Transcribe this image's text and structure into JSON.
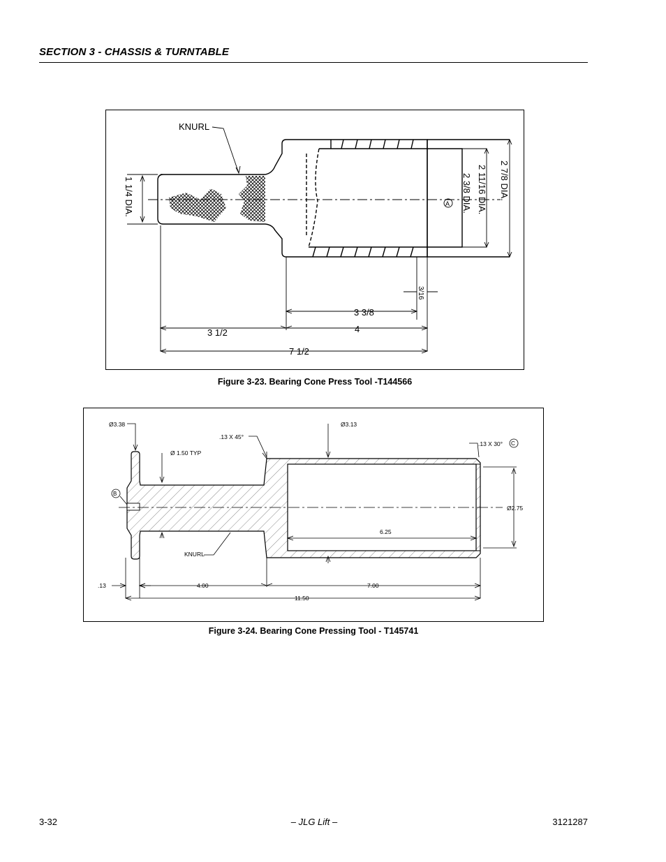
{
  "header": {
    "section_title": "SECTION 3 - CHASSIS & TURNTABLE"
  },
  "figure1": {
    "caption": "Figure 3-23.  Bearing Cone Press Tool -T144566",
    "labels": {
      "knurl": "KNURL",
      "dia_handle": "1 1/4 DIA.",
      "dia_a": "2 3/8 DIA.",
      "dia_b": "2 11/16 DIA.",
      "dia_c": "2 7/8 DIA.",
      "circle_a": "A",
      "dim_small": "3/16",
      "dim_3_3_8": "3 3/8",
      "dim_3_1_2": "3 1/2",
      "dim_4": "4",
      "dim_7_1_2": "7 1/2"
    }
  },
  "figure2": {
    "caption": "Figure 3-24.  Bearing Cone Pressing Tool - T145741",
    "labels": {
      "dia_338": "Ø3.38",
      "chamfer_45": ".13 X 45°",
      "dia_313": "Ø3.13",
      "chamfer_30": ".13 X 30°",
      "circle_c": "C",
      "dia_150": "Ø 1.50 TYP",
      "circle_b": "B",
      "dia_275": "Ø2.75",
      "dim_625": "6.25",
      "knurl": "KNURL",
      "dim_013": ".13",
      "dim_400": "4.00",
      "dim_700": "7.00",
      "dim_1150": "11.50"
    }
  },
  "footer": {
    "page_number": "3-32",
    "center_text": "– JLG Lift –",
    "doc_number": "3121287"
  }
}
